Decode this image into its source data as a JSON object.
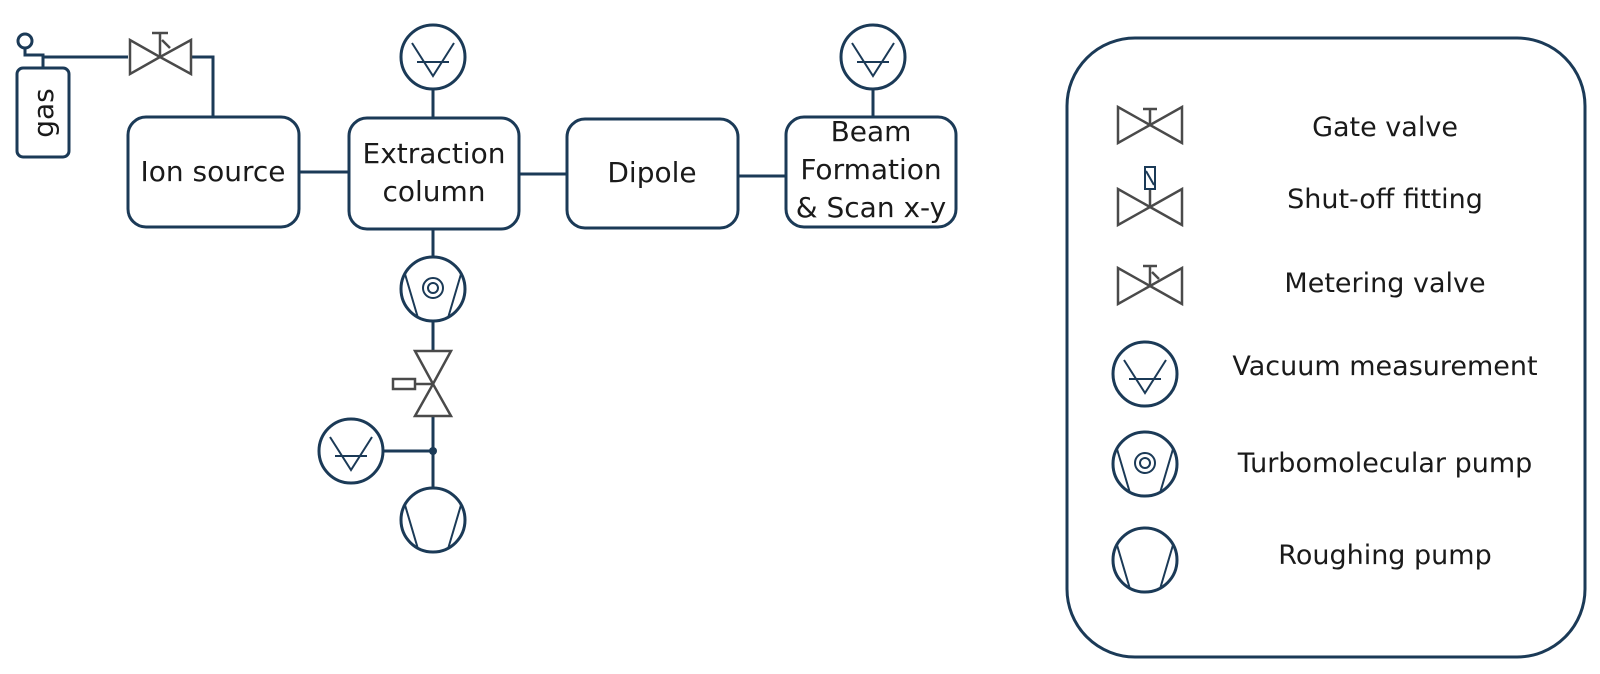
{
  "diagram": {
    "gas_label": "gas",
    "ion_source_label": "Ion source",
    "extraction_label_line1": "Extraction",
    "extraction_label_line2": "column",
    "dipole_label": "Dipole",
    "beam_label_line1": "Beam",
    "beam_label_line2": "Formation",
    "beam_label_line3": "& Scan x-y"
  },
  "legend": {
    "items": [
      {
        "icon": "gate-valve-icon",
        "label": "Gate valve"
      },
      {
        "icon": "shut-off-fitting-icon",
        "label": "Shut-off fitting"
      },
      {
        "icon": "metering-valve-icon",
        "label": "Metering valve"
      },
      {
        "icon": "vacuum-measurement-icon",
        "label": "Vacuum measurement"
      },
      {
        "icon": "turbomolecular-pump-icon",
        "label": "Turbomolecular pump"
      },
      {
        "icon": "roughing-pump-icon",
        "label": "Roughing pump"
      }
    ]
  },
  "colors": {
    "line": "#1b3a57",
    "valve": "#4a4a4a",
    "background": "#ffffff"
  }
}
